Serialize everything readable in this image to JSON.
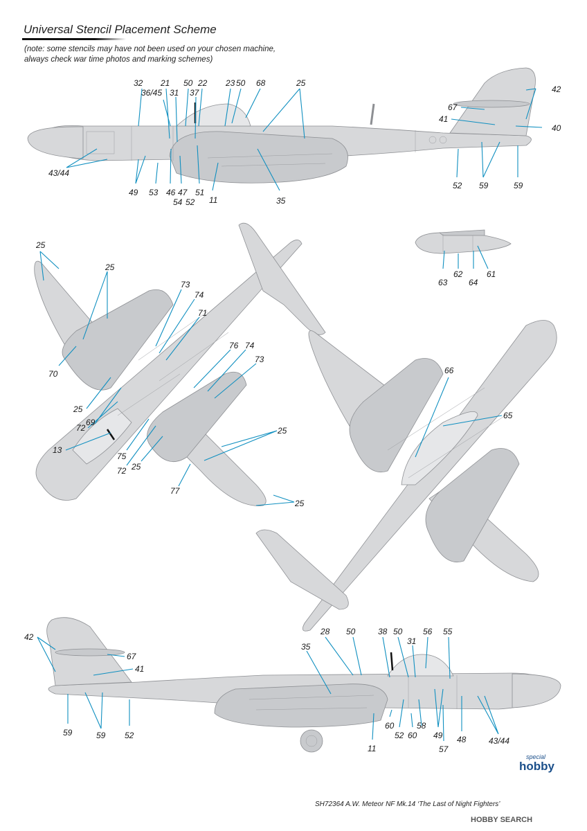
{
  "header": {
    "title": "Universal Stencil Placement Scheme",
    "note_line1": "(note: some stencils may have not been used on your chosen machine,",
    "note_line2": "always check war time photos and marking schemes)"
  },
  "views": {
    "side_top": {
      "labels": [
        "32",
        "36/45",
        "21",
        "31",
        "50",
        "37",
        "22",
        "23",
        "50",
        "68",
        "25",
        "42",
        "67",
        "41",
        "40",
        "43/44",
        "49",
        "53",
        "46",
        "54",
        "47",
        "52",
        "51",
        "11",
        "35",
        "52",
        "59",
        "59"
      ]
    },
    "tank": {
      "labels": [
        "63",
        "62",
        "64",
        "61"
      ]
    },
    "top_view": {
      "labels": [
        "25",
        "25",
        "73",
        "74",
        "71",
        "70",
        "76",
        "74",
        "73",
        "25",
        "72",
        "69",
        "13",
        "75",
        "72",
        "25",
        "25",
        "77",
        "25"
      ]
    },
    "bottom_view": {
      "labels": [
        "66",
        "65"
      ]
    },
    "side_bottom": {
      "labels": [
        "42",
        "67",
        "41",
        "28",
        "50",
        "38",
        "50",
        "31",
        "56",
        "55",
        "35",
        "59",
        "59",
        "52",
        "11",
        "60",
        "52",
        "60",
        "58",
        "49",
        "57",
        "48",
        "43/44"
      ]
    }
  },
  "branding": {
    "special": "special",
    "main": "hobby",
    "watermark": "HOBBY SEARCH"
  },
  "footer": {
    "caption": "SH72364  A.W. Meteor NF Mk.14 ‘The Last of Night Fighters’"
  }
}
